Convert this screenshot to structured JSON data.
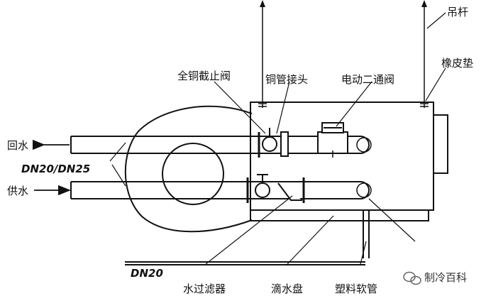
{
  "labels": {
    "hanger_rod": "吊杆",
    "rubber_pad": "橡皮垫",
    "copper_stop_valve": "全铜截止阀",
    "copper_joint": "铜管接头",
    "electric_two_way_valve": "电动二通阀",
    "return_water": "回水",
    "pipe_size": "DN20/DN25",
    "supply_water": "供水",
    "drain_size": "DN20",
    "water_filter": "水过滤器",
    "drip_tray": "滴水盘",
    "plastic_hose": "塑料软管"
  },
  "watermark": {
    "text": "制冷百科",
    "icon": "wechat-icon"
  }
}
